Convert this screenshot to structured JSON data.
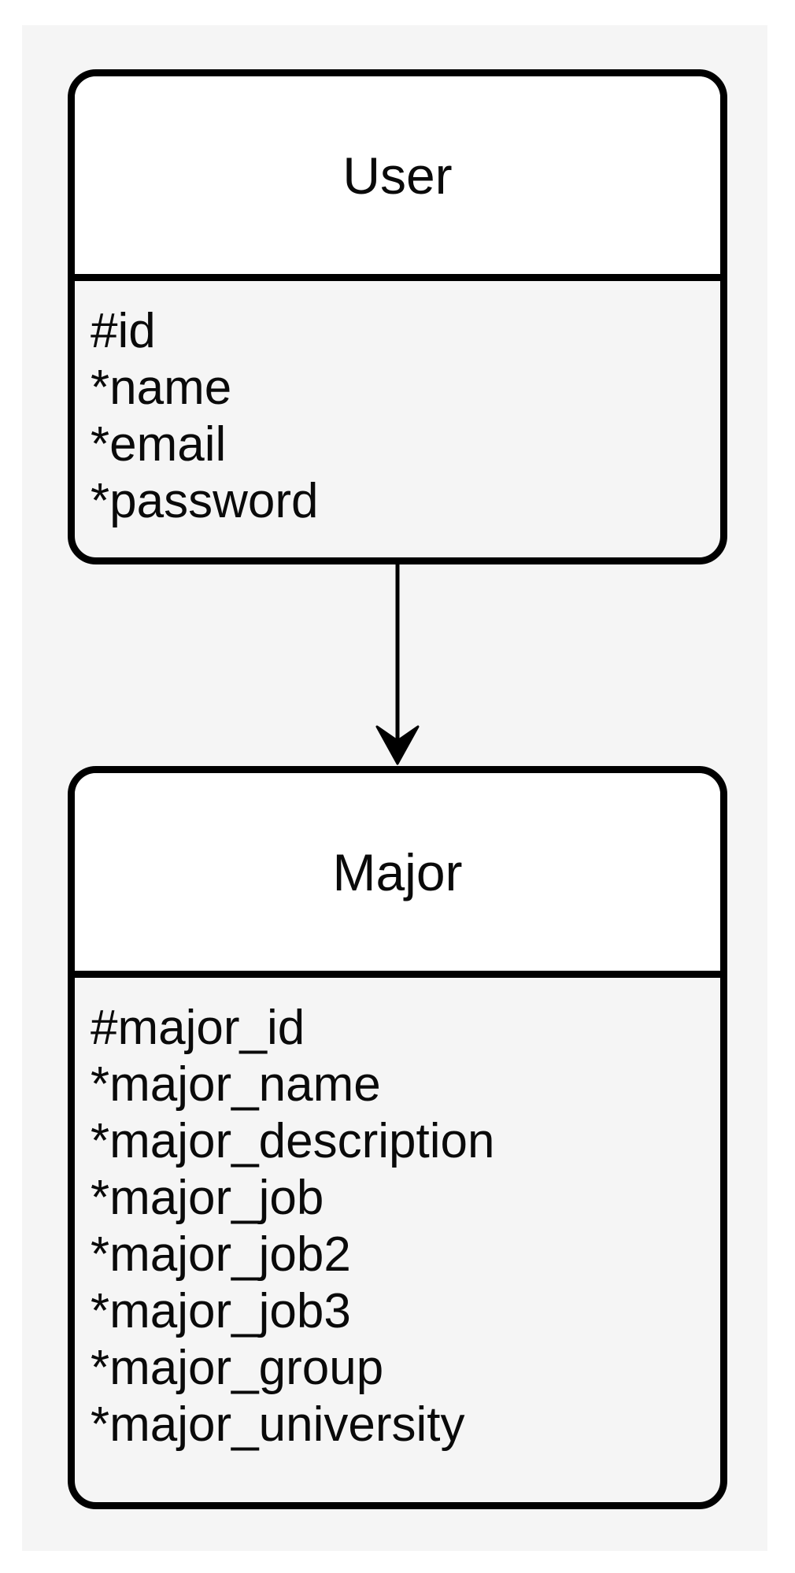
{
  "diagram": {
    "entities": [
      {
        "title": "User",
        "fields": [
          "#id",
          "*name",
          "*email",
          "*password"
        ]
      },
      {
        "title": "Major",
        "fields": [
          "#major_id",
          "*major_name",
          "*major_description",
          "*major_job",
          "*major_job2",
          "*major_job3",
          "*major_group",
          "*major_university"
        ]
      }
    ],
    "relationship": {
      "from": "User",
      "to": "Major",
      "connector": "arrow-down"
    }
  },
  "colors": {
    "page_background": "#ffffff",
    "canvas_background": "#f5f5f5",
    "entity_header_background": "#ffffff",
    "entity_body_background": "#f5f5f5",
    "stroke": "#000000",
    "text": "#0a0a0a"
  }
}
